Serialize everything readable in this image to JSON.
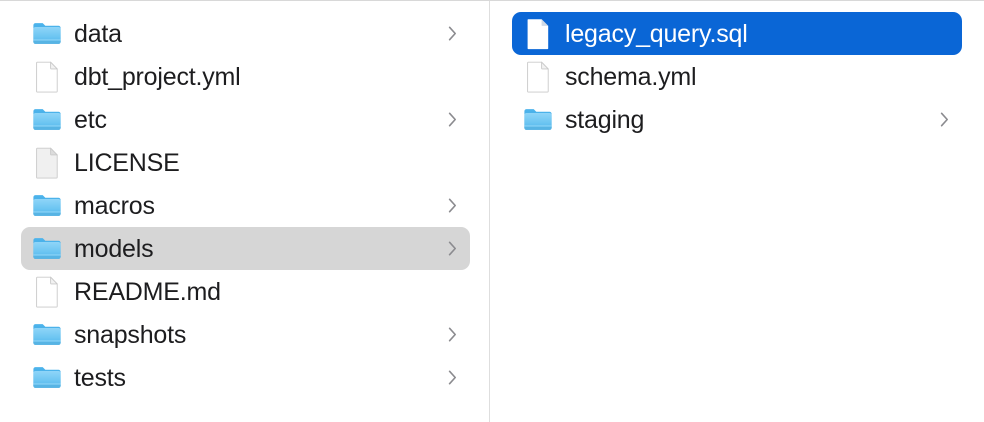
{
  "window": {
    "view_mode": "column",
    "accent_color": "#0a66d6",
    "inactive_selection_color": "#d6d6d6",
    "folder_icon_color": "#5ac3f5",
    "text_color": "#1d1d1f",
    "divider_color": "#dedede"
  },
  "columns": [
    {
      "name": "column-parent",
      "items": [
        {
          "label": "data",
          "icon": "folder-icon",
          "kind": "folder",
          "has_chevron": true,
          "selected": false,
          "selection_state": "none"
        },
        {
          "label": "dbt_project.yml",
          "icon": "file-icon",
          "kind": "file",
          "has_chevron": false,
          "selected": false,
          "selection_state": "none"
        },
        {
          "label": "etc",
          "icon": "folder-icon",
          "kind": "folder",
          "has_chevron": true,
          "selected": false,
          "selection_state": "none"
        },
        {
          "label": "LICENSE",
          "icon": "file-plain-icon",
          "kind": "file",
          "has_chevron": false,
          "selected": false,
          "selection_state": "none"
        },
        {
          "label": "macros",
          "icon": "folder-icon",
          "kind": "folder",
          "has_chevron": true,
          "selected": false,
          "selection_state": "none"
        },
        {
          "label": "models",
          "icon": "folder-icon",
          "kind": "folder",
          "has_chevron": true,
          "selected": true,
          "selection_state": "inactive"
        },
        {
          "label": "README.md",
          "icon": "file-icon",
          "kind": "file",
          "has_chevron": false,
          "selected": false,
          "selection_state": "none"
        },
        {
          "label": "snapshots",
          "icon": "folder-icon",
          "kind": "folder",
          "has_chevron": true,
          "selected": false,
          "selection_state": "none"
        },
        {
          "label": "tests",
          "icon": "folder-icon",
          "kind": "folder",
          "has_chevron": true,
          "selected": false,
          "selection_state": "none"
        }
      ]
    },
    {
      "name": "column-models",
      "items": [
        {
          "label": "legacy_query.sql",
          "icon": "file-icon",
          "kind": "file",
          "has_chevron": false,
          "selected": true,
          "selection_state": "active"
        },
        {
          "label": "schema.yml",
          "icon": "file-icon",
          "kind": "file",
          "has_chevron": false,
          "selected": false,
          "selection_state": "none"
        },
        {
          "label": "staging",
          "icon": "folder-icon",
          "kind": "folder",
          "has_chevron": true,
          "selected": false,
          "selection_state": "none"
        }
      ]
    }
  ]
}
